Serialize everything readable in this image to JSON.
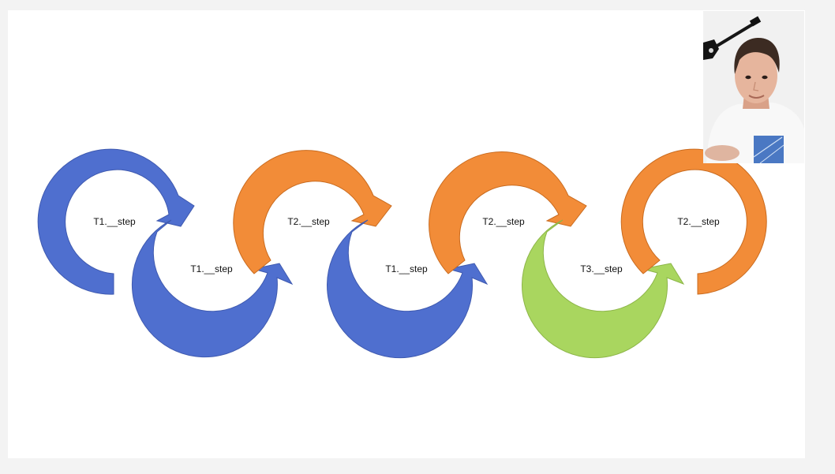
{
  "slide": {
    "cycles": [
      {
        "label": "T1.__step",
        "color": "#4f6fcf"
      },
      {
        "label": "T1.__step",
        "color": "#4f6fcf"
      },
      {
        "label": "T2.__step",
        "color": "#f28c38"
      },
      {
        "label": "T1.__step",
        "color": "#4f6fcf"
      },
      {
        "label": "T2.__step",
        "color": "#f28c38"
      },
      {
        "label": "T3.__step",
        "color": "#a9d65f"
      },
      {
        "label": "T2.__step",
        "color": "#f28c38"
      }
    ]
  },
  "colors": {
    "blue": "#4f6fcf",
    "orange": "#f28c38",
    "green": "#a9d65f",
    "slide_background": "#ffffff",
    "page_background": "#f3f3f3"
  },
  "webcam": {
    "content": "presenter-video-feed"
  }
}
